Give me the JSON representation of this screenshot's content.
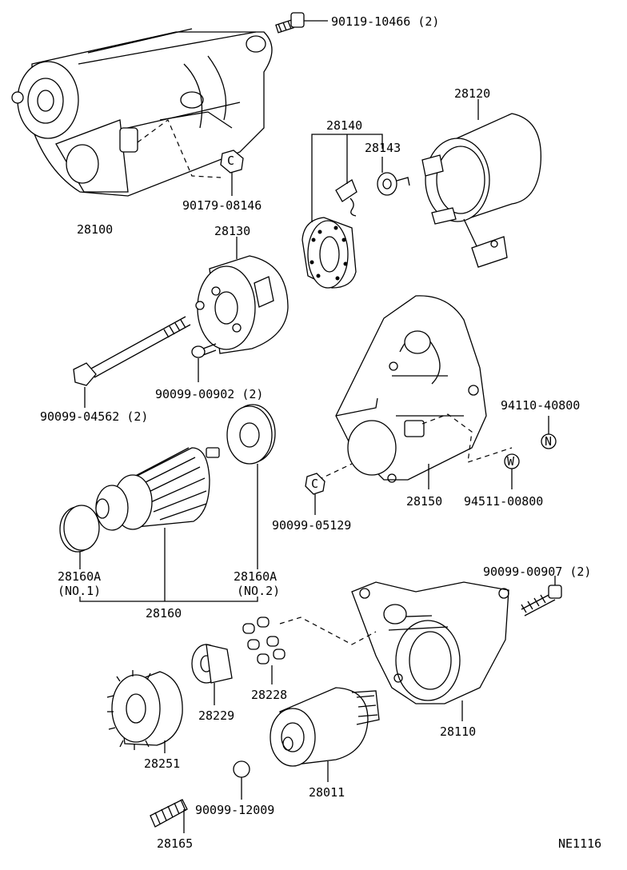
{
  "labels": {
    "p90119_10466": "90119-10466 (2)",
    "p28100": "28100",
    "p90179_08146": "90179-08146",
    "p28140": "28140",
    "p28143": "28143",
    "p28120": "28120",
    "p28130": "28130",
    "p90099_00902": "90099-00902 (2)",
    "p90099_04562": "90099-04562 (2)",
    "p94110_40800": "94110-40800",
    "p94511_00800": "94511-00800",
    "p28150": "28150",
    "p90099_05129": "90099-05129",
    "p28160A_1": "28160A",
    "p28160A_1_sub": "(NO.1)",
    "p28160A_2": "28160A",
    "p28160A_2_sub": "(NO.2)",
    "p28160": "28160",
    "p90099_00907": "90099-00907 (2)",
    "p28228": "28228",
    "p28229": "28229",
    "p28110": "28110",
    "p28251": "28251",
    "p28011": "28011",
    "p90099_12009": "90099-12009",
    "p28165": "28165",
    "figure_code": "NE1116"
  },
  "markers": {
    "c": "C",
    "n": "N",
    "w": "W"
  }
}
